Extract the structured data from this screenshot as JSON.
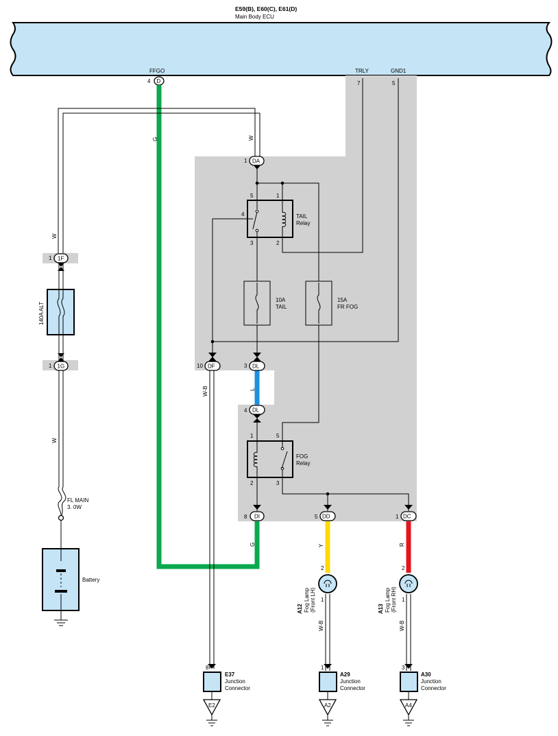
{
  "ecu": {
    "connectors": "E59(B), E60(C), E61(D)",
    "name": "Main Body ECU",
    "pins": [
      {
        "name": "FFGO",
        "pin": "4",
        "code": "D"
      },
      {
        "name": "TRLY",
        "pin": "7"
      },
      {
        "name": "GND1",
        "pin": "5"
      }
    ]
  },
  "connectors": {
    "DA": {
      "pin": "1",
      "code": "DA"
    },
    "DF": {
      "pin": "10",
      "code": "DF"
    },
    "DL_top": {
      "pin": "3",
      "code": "DL"
    },
    "DL_bot": {
      "pin": "4",
      "code": "DL"
    },
    "DI": {
      "pin": "8",
      "code": "DI"
    },
    "DD": {
      "pin": "5",
      "code": "DD"
    },
    "DC": {
      "pin": "1",
      "code": "DC"
    },
    "1F": {
      "pin": "1",
      "code": "1F"
    },
    "1G": {
      "pin": "1",
      "code": "1G"
    }
  },
  "wire_colors": {
    "ffgo": "G",
    "da": "W",
    "alt": "W",
    "alt_lower": "W",
    "dl_link": "L",
    "df_ground": "W-B",
    "di_return": "G",
    "dd_out": "Y",
    "dc_out": "R",
    "lamp_lh_ground": "W-B",
    "lamp_rh_ground": "W-B"
  },
  "colors": {
    "G": "#0aa84f",
    "L": "#1e90e0",
    "Y": "#ffd900",
    "R": "#e3151d",
    "component_fill": "#c5e4f6",
    "junction_block": "#d1d1d1"
  },
  "tail_relay": {
    "name": "TAIL",
    "suffix": "Relay",
    "pins": [
      "5",
      "1",
      "4",
      "3",
      "2"
    ]
  },
  "fog_relay": {
    "name": "FOG",
    "suffix": "Relay",
    "pins": [
      "1",
      "5",
      "2",
      "3"
    ]
  },
  "fuses": {
    "tail": {
      "rating": "10A",
      "name": "TAIL"
    },
    "frfog": {
      "rating": "15A",
      "name": "FR FOG"
    },
    "alt": {
      "label": "140A ALT"
    },
    "flmain": {
      "name": "FL MAIN",
      "rating": "3. 0W"
    }
  },
  "battery": {
    "label": "Battery"
  },
  "lamps": {
    "lh": {
      "code": "A12",
      "name": "Fog Lamp",
      "side": "(Front LH)",
      "pin_top": "2",
      "pin_bottom": "1"
    },
    "rh": {
      "code": "A13",
      "name": "Fog Lamp",
      "side": "(Front RH)",
      "pin_top": "2",
      "pin_bottom": "1"
    }
  },
  "junctions": {
    "e37": {
      "code": "E37",
      "line1": "Junction",
      "line2": "Connector",
      "pin": "8",
      "ground": "E2"
    },
    "a29": {
      "code": "A29",
      "line1": "Junction",
      "line2": "Connector",
      "pin": "1",
      "ground": "A2"
    },
    "a30": {
      "code": "A30",
      "line1": "Junction",
      "line2": "Connector",
      "pin": "3",
      "ground": "A4"
    }
  }
}
